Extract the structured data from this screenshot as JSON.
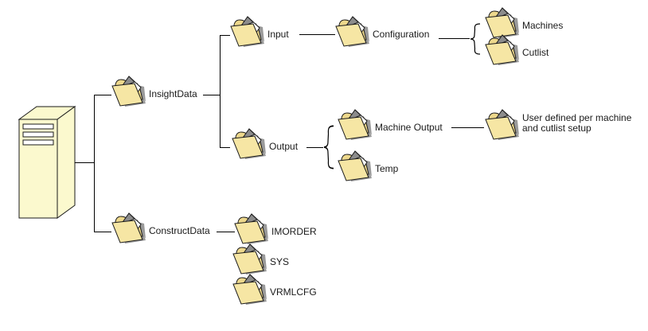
{
  "title": "Server directory structure diagram",
  "colors": {
    "background": "#ffffff",
    "line": "#000000",
    "text": "#1a1a1a",
    "outline": "#1a1a1a",
    "folder-front": "#f6e6a4",
    "folder-back": "#edd88c",
    "folder-shadow": "#9a9a9a",
    "paper": "#ffffff",
    "paper-fold": "#8c8c8c",
    "server-fill": "#fbf9ce"
  },
  "nodes": {
    "insightdata": {
      "label": "InsightData"
    },
    "input": {
      "label": "Input"
    },
    "configuration": {
      "label": "Configuration"
    },
    "machines": {
      "label": "Machines"
    },
    "cutlist": {
      "label": "Cutlist"
    },
    "output": {
      "label": "Output"
    },
    "machine_output": {
      "label": "Machine Output"
    },
    "temp": {
      "label": "Temp"
    },
    "user_defined": {
      "line1": "User defined per machine",
      "line2": "and cutlist setup"
    },
    "constructdata": {
      "label": "ConstructData"
    },
    "imorder": {
      "label": "IMORDER"
    },
    "sys": {
      "label": "SYS"
    },
    "vrmlcfg": {
      "label": "VRMLCFG"
    }
  },
  "hierarchy": {
    "root": "server",
    "tree": [
      {
        "name": "InsightData",
        "children": [
          {
            "name": "Input",
            "children": [
              {
                "name": "Configuration",
                "children": [
                  {
                    "name": "Machines"
                  },
                  {
                    "name": "Cutlist"
                  }
                ]
              }
            ]
          },
          {
            "name": "Output",
            "children": [
              {
                "name": "Machine Output",
                "children": [
                  {
                    "name": "User defined per machine and cutlist setup"
                  }
                ]
              },
              {
                "name": "Temp"
              }
            ]
          }
        ]
      },
      {
        "name": "ConstructData",
        "children": [
          {
            "name": "IMORDER"
          },
          {
            "name": "SYS"
          },
          {
            "name": "VRMLCFG"
          }
        ]
      }
    ]
  }
}
